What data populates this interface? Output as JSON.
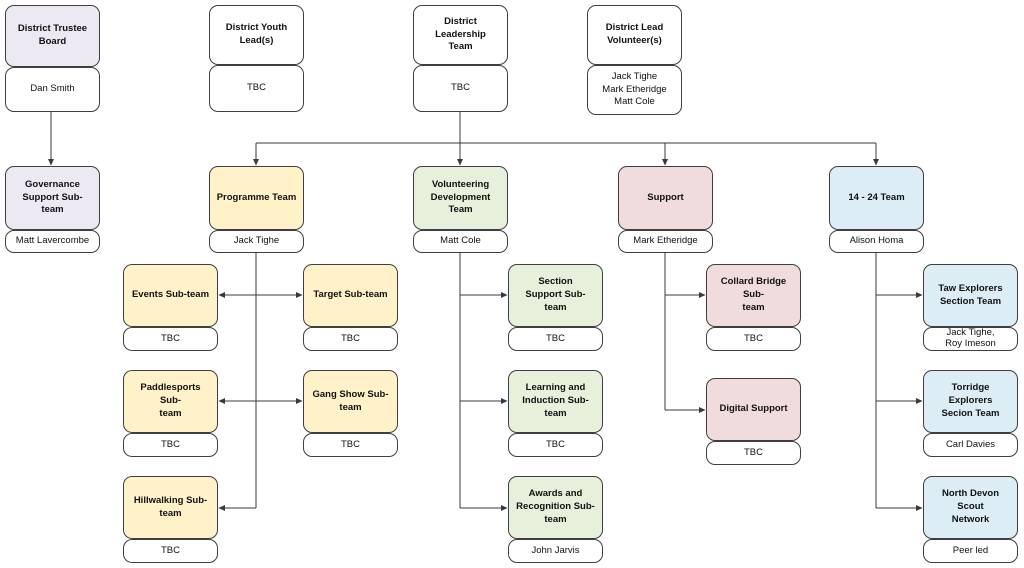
{
  "chart": {
    "trustee_board": {
      "title": "District Trustee\nBoard",
      "person": "Dan Smith"
    },
    "youth_lead": {
      "title": "District Youth\nLead(s)",
      "person": "TBC"
    },
    "leadership_team": {
      "title": "District Leadership\nTeam",
      "person": "TBC"
    },
    "lead_volunteer": {
      "title": "District Lead\nVolunteer(s)",
      "person": "Jack Tighe\nMark Etheridge\nMatt Cole"
    },
    "governance": {
      "title": "Governance\nSupport Sub-team",
      "person": "Matt Lavercombe"
    },
    "programme_team": {
      "title": "Programme Team",
      "person": "Jack Tighe"
    },
    "volunteering_team": {
      "title": "Volunteering\nDevelopment Team",
      "person": "Matt Cole"
    },
    "support_team": {
      "title": "Support",
      "person": "Mark Etheridge"
    },
    "team_14_24": {
      "title": "14 - 24 Team",
      "person": "Alison Homa"
    },
    "events": {
      "title": "Events Sub-team",
      "person": "TBC"
    },
    "target": {
      "title": "Target Sub-team",
      "person": "TBC"
    },
    "paddlesports": {
      "title": "Paddlesports Sub-\nteam",
      "person": "TBC"
    },
    "gang_show": {
      "title": "Gang Show Sub-\nteam",
      "person": "TBC"
    },
    "hillwalking": {
      "title": "Hillwalking Sub-\nteam",
      "person": "TBC"
    },
    "section_support": {
      "title": "Section\nSupport Sub-team",
      "person": "TBC"
    },
    "learning": {
      "title": "Learning and\nInduction Sub-team",
      "person": "TBC"
    },
    "awards": {
      "title": "Awards and\nRecognition Sub-\nteam",
      "person": "John Jarvis"
    },
    "collard_bridge": {
      "title": "Collard Bridge Sub-\nteam",
      "person": "TBC"
    },
    "digital_support": {
      "title": "Digital Support",
      "person": "TBC"
    },
    "taw_explorers": {
      "title": "Taw Explorers\nSection Team",
      "person": "Jack Tighe,\nRoy Imeson"
    },
    "torridge_explorers": {
      "title": "Torridge Explorers\nSecion Team",
      "person": "Carl Davies"
    },
    "ndsn": {
      "title": "North Devon Scout\nNetwork",
      "person": "Peer led"
    }
  },
  "colors": {
    "governance": "#ede9f2",
    "leadership": "#ffffff",
    "programme": "#fff1c8",
    "volunteering": "#e6f0da",
    "support": "#f0dcdc",
    "youth_14_24": "#dcedf6",
    "connector": "#3a3a3a"
  }
}
